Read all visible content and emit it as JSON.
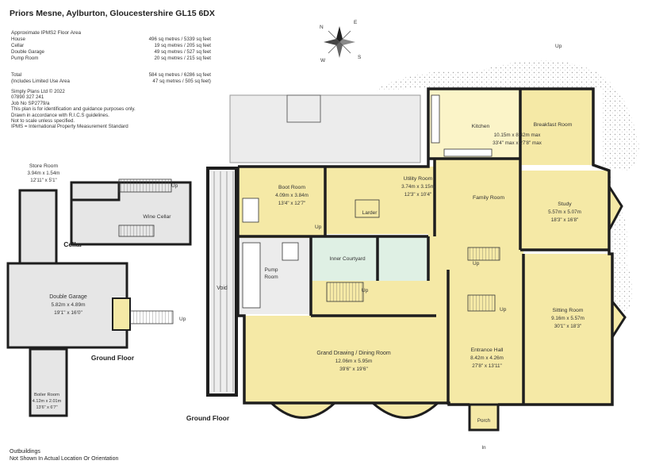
{
  "header": {
    "title": "Priors Mesne, Aylburton, Gloucestershire GL15 6DX"
  },
  "area_table": {
    "heading": "Approximate IPMS2 Floor Area",
    "rows": [
      {
        "name": "House",
        "value": "496 sq metres / 5339 sq feet"
      },
      {
        "name": "Cellar",
        "value": "19 sq metres / 205 sq feet"
      },
      {
        "name": "Double Garage",
        "value": "49 sq metres / 527 sq feet"
      },
      {
        "name": "Pump Room",
        "value": "20 sq metres / 215 sq feet"
      }
    ],
    "total": {
      "name": "Total",
      "value": "584 sq metres / 6286 sq feet"
    },
    "limited": {
      "name": "(Includes Limited Use Area",
      "value": "47 sq metres / 505 sq feet)"
    }
  },
  "notes": [
    "Simply Plans Ltd © 2022",
    "07890 327 241",
    "Job No SP2779/a",
    "This plan is for identification and guidance purposes only.",
    "Drawn in accordance with R.I.C.S guidelines.",
    "Not to scale unless specified.",
    "IPMS = International Property Measurement Standard"
  ],
  "compass": {
    "n": "N",
    "e": "E",
    "s": "S",
    "w": "W"
  },
  "floor_labels": {
    "cellar": "Cellar",
    "ground_small": "Ground Floor",
    "ground_main": "Ground Floor"
  },
  "rooms": {
    "store_room": {
      "name": "Store Room",
      "dim1": "3.94m x 1.54m",
      "dim2": "12'11\" x 5'1\""
    },
    "wine_cellar": {
      "name": "Wine Cellar"
    },
    "double_garage": {
      "name": "Double Garage",
      "dim1": "5.82m x 4.89m",
      "dim2": "19'1\" x 16'0\""
    },
    "boiler_room": {
      "name": "Boiler Room",
      "dim1": "4.12m x 2.01m",
      "dim2": "13'6\" x 6'7\""
    },
    "void": {
      "name": "Void"
    },
    "pump_room": {
      "name": "Pump",
      "name2": "Room"
    },
    "boot_room": {
      "name": "Boot Room",
      "dim1": "4.09m x 3.84m",
      "dim2": "13'4\" x 12'7\""
    },
    "utility_room": {
      "name": "Utility Room",
      "dim1": "3.74m x 3.15m",
      "dim2": "12'3\" x 10'4\""
    },
    "larder": {
      "name": "Larder"
    },
    "kitchen": {
      "name": "Kitchen"
    },
    "breakfast_room": {
      "name": "Breakfast Room"
    },
    "kitchen_breakfast": {
      "dim1": "10.15m x 8.42m max",
      "dim2": "33'4\" max x 27'8\" max"
    },
    "family_room": {
      "name": "Family Room"
    },
    "study": {
      "name": "Study",
      "dim1": "5.57m x 5.07m",
      "dim2": "18'3\" x 16'8\""
    },
    "inner_courtyard": {
      "name": "Inner Courtyard"
    },
    "sitting_room": {
      "name": "Sitting Room",
      "dim1": "9.16m x 5.57m",
      "dim2": "30'1\" x 18'3\""
    },
    "entrance_hall": {
      "name": "Entrance Hall",
      "dim1": "8.42m x 4.26m",
      "dim2": "27'8\" x 13'11\""
    },
    "grand_drawing": {
      "name": "Grand Drawing / Dining Room",
      "dim1": "12.06m x 5.95m",
      "dim2": "39'6\" x 19'6\""
    },
    "porch": {
      "name": "Porch"
    }
  },
  "markers": {
    "up": "Up",
    "in": "In"
  },
  "footer": {
    "line1": "Outbuildings",
    "line2": "Not Shown In Actual Location Or Orientation"
  },
  "colors": {
    "room_fill": "#f5e9a6",
    "room_fill_light": "#fbf4c8",
    "courtyard_fill": "#dff0e4",
    "wall": "#1e1e1e",
    "void_fill": "#eeeeee",
    "terrace_fill": "#ececec"
  }
}
